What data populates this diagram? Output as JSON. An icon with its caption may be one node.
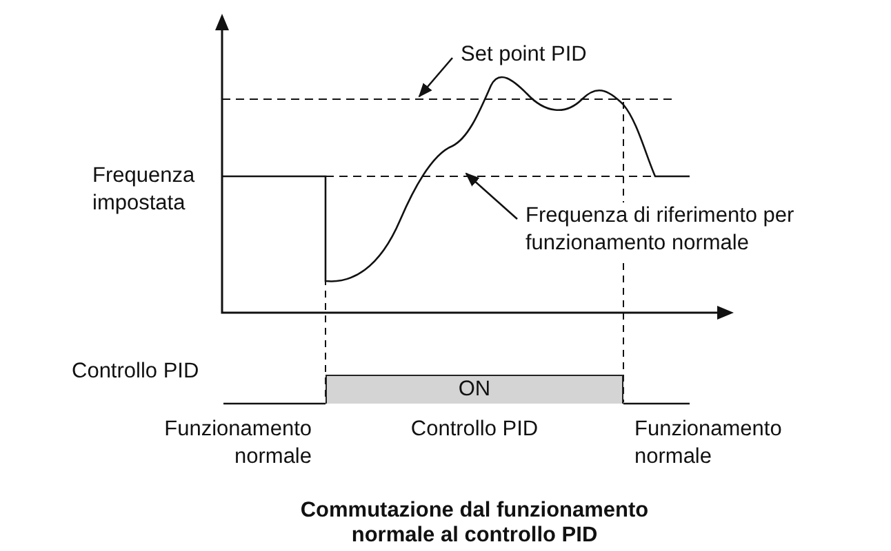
{
  "diagram": {
    "caption": "Commutazione dal funzionamento normale al controllo PID",
    "nodes": [
      {
        "text": [
          "Set point PID"
        ]
      },
      {
        "text": [],
        "shape": "line"
      },
      {
        "text": [
          "Frequenza di riferimento per funzionamento normale"
        ]
      },
      {
        "text": [],
        "shape": "line"
      },
      {
        "text": [
          "ON"
        ]
      }
    ],
    "edges": [
      {
        "from": 0,
        "to": 1,
        "arrow": "to"
      },
      {
        "from": 2,
        "to": 3,
        "arrow": "to"
      }
    ],
    "labels": [
      "Frequenza impostata",
      "Controllo PID",
      "Funzionamento normale",
      "Controllo PID",
      "Funzionamento normale"
    ]
  }
}
